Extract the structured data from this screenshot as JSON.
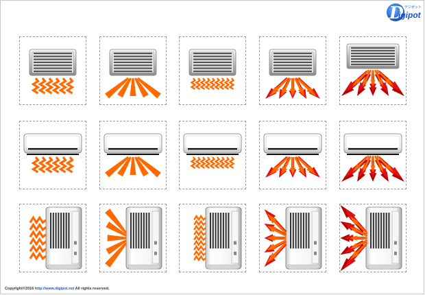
{
  "logo": {
    "letter": "D",
    "wordmark": "igipot",
    "kana": "デジポット"
  },
  "footer": {
    "prefix": "Copyright©2016 ",
    "link": "http://www.digipot.net",
    "suffix": " All rights reserved."
  },
  "colors": {
    "orange": "#ff6a00",
    "red": "#e01010",
    "dark_red": "#b80000",
    "dashed_border": "#9a9a9a",
    "link_blue": "#1a56c8"
  },
  "icons": [
    "ac-vent-wavy-airflow-icon",
    "ac-vent-fan-airflow-icon",
    "ac-vent-tight-wave-airflow-icon",
    "ac-vent-red-orange-airflow-icon",
    "ac-vent-red-layered-airflow-icon",
    "wall-ac-wavy-airflow-icon",
    "wall-ac-fan-airflow-icon",
    "wall-ac-tight-wave-airflow-icon",
    "wall-ac-red-orange-airflow-icon",
    "wall-ac-red-layered-airflow-icon",
    "window-ac-wavy-airflow-icon",
    "window-ac-fan-airflow-icon",
    "window-ac-tight-wave-airflow-icon",
    "window-ac-red-orange-airflow-icon",
    "window-ac-red-layered-airflow-icon"
  ]
}
